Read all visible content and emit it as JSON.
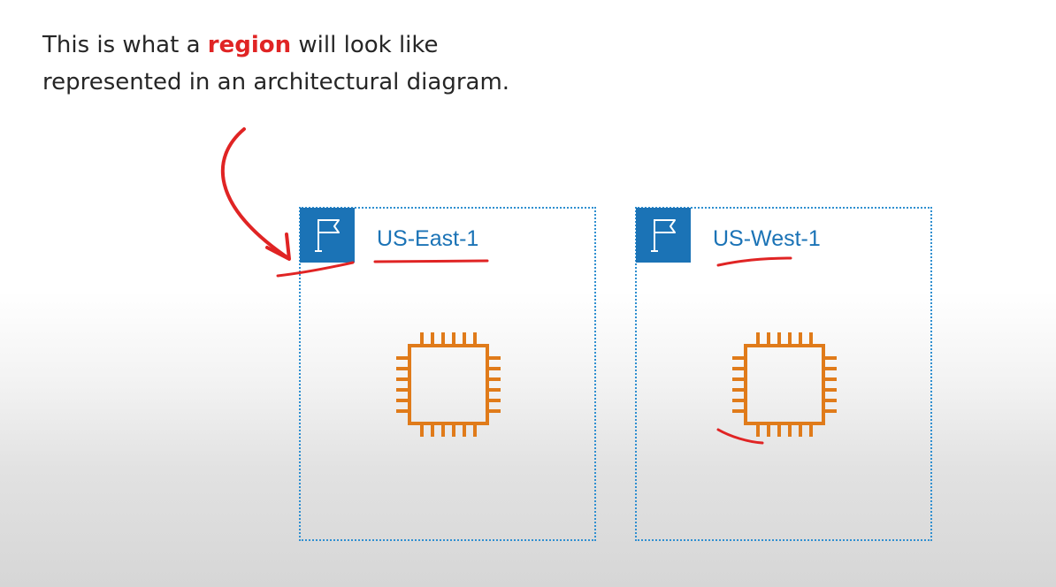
{
  "caption": {
    "line1_before": "This is what a ",
    "line1_highlight": "region",
    "line1_after": " will look like",
    "line2": "represented in an architectural diagram."
  },
  "regions": [
    {
      "label": "US-East-1",
      "icon": "flag-icon",
      "resource_icon": "cpu-chip-icon"
    },
    {
      "label": "US-West-1",
      "icon": "flag-icon",
      "resource_icon": "cpu-chip-icon"
    }
  ],
  "colors": {
    "region_border": "#2f8fd0",
    "flag_background": "#1b73b6",
    "label_text": "#1b73b6",
    "chip_stroke": "#e07b1a",
    "annotation_red": "#e02424",
    "highlight_red": "#e02424"
  }
}
